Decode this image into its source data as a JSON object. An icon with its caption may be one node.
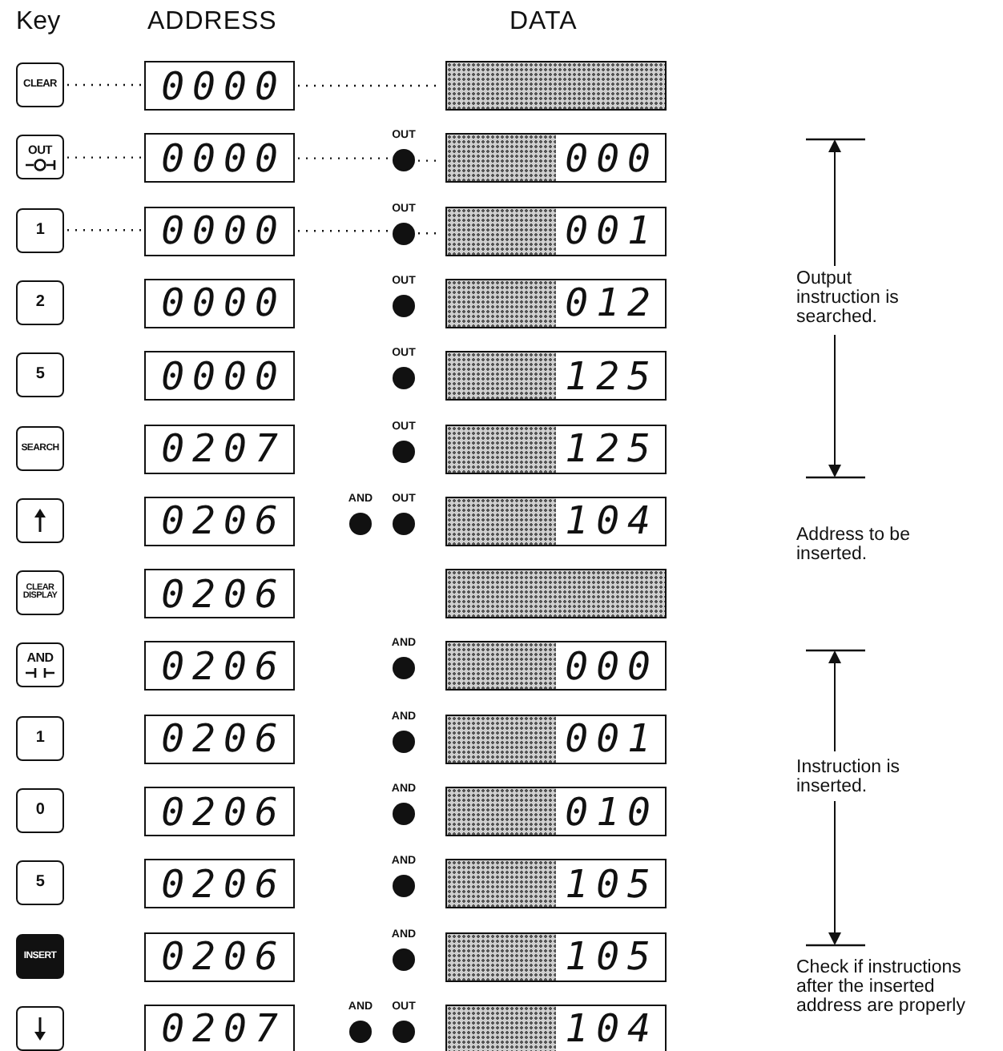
{
  "diagram": {
    "nodes": [
      {
        "text": [
          "CLEAR"
        ]
      },
      {
        "text": [
          "0000"
        ]
      },
      {
        "text": [],
        "shape": "box"
      },
      {
        "text": [
          "OUT"
        ]
      },
      {
        "text": [
          "0000"
        ]
      },
      {
        "text": [],
        "shape": "circle",
        "beside": [
          "OUT"
        ]
      },
      {
        "text": [
          "000"
        ]
      },
      {
        "text": [
          "1"
        ]
      },
      {
        "text": [
          "0000"
        ]
      },
      {
        "text": [],
        "shape": "circle",
        "beside": [
          "OUT"
        ]
      },
      {
        "text": [
          "001"
        ]
      },
      {
        "text": [
          "2"
        ]
      },
      {
        "text": [
          "0000"
        ]
      },
      {
        "text": [],
        "shape": "circle",
        "beside": [
          "OUT"
        ]
      },
      {
        "text": [
          "012"
        ]
      },
      {
        "text": [
          "5"
        ]
      },
      {
        "text": [
          "0000"
        ]
      },
      {
        "text": [],
        "shape": "circle",
        "beside": [
          "OUT"
        ]
      },
      {
        "text": [
          "125"
        ]
      },
      {
        "text": [
          "SEARCH"
        ]
      },
      {
        "text": [
          "0207"
        ]
      },
      {
        "text": [],
        "shape": "circle",
        "beside": [
          "OUT"
        ]
      },
      {
        "text": [
          "125"
        ]
      },
      {
        "text": [],
        "shape": "box"
      },
      {
        "text": [
          "0206"
        ]
      },
      {
        "text": [],
        "shape": "circle",
        "beside": [
          "AND"
        ]
      },
      {
        "text": [],
        "shape": "circle",
        "beside": [
          "OUT"
        ]
      },
      {
        "text": [
          "104"
        ]
      },
      {
        "text": [
          "CLEAR DISPLAY"
        ]
      },
      {
        "text": [
          "0206"
        ]
      },
      {
        "text": [],
        "shape": "box"
      },
      {
        "text": [
          "AND"
        ]
      },
      {
        "text": [
          "0206"
        ]
      },
      {
        "text": [],
        "shape": "circle",
        "beside": [
          "AND"
        ]
      },
      {
        "text": [
          "000"
        ]
      },
      {
        "text": [
          "1"
        ]
      },
      {
        "text": [
          "0206"
        ]
      },
      {
        "text": [],
        "shape": "circle",
        "beside": [
          "AND"
        ]
      },
      {
        "text": [
          "001"
        ]
      },
      {
        "text": [
          "0"
        ]
      },
      {
        "text": [
          "0206"
        ]
      },
      {
        "text": [],
        "shape": "circle",
        "beside": [
          "AND"
        ]
      },
      {
        "text": [
          "010"
        ]
      },
      {
        "text": [
          "5"
        ]
      },
      {
        "text": [
          "0206"
        ]
      },
      {
        "text": [],
        "shape": "circle",
        "beside": [
          "AND"
        ]
      },
      {
        "text": [
          "105"
        ]
      },
      {
        "text": [
          "INSERT"
        ]
      },
      {
        "text": [
          "0206"
        ]
      },
      {
        "text": [],
        "shape": "circle",
        "beside": [
          "AND"
        ]
      },
      {
        "text": [
          "105"
        ]
      },
      {
        "text": [],
        "shape": "box"
      },
      {
        "text": [
          "0207"
        ]
      },
      {
        "text": [],
        "shape": "circle",
        "beside": [
          "AND"
        ]
      },
      {
        "text": [],
        "shape": "circle",
        "beside": [
          "OUT"
        ]
      },
      {
        "text": [
          "104"
        ]
      }
    ],
    "edges": [
      {
        "from": 0,
        "to": 1,
        "arrow": "none",
        "style": "dashed"
      },
      {
        "from": 1,
        "to": 2,
        "arrow": "none",
        "style": "dashed"
      },
      {
        "from": 3,
        "to": 4,
        "arrow": "none",
        "style": "dashed"
      },
      {
        "from": 4,
        "to": 5,
        "arrow": "none",
        "style": "dashed"
      },
      {
        "from": 5,
        "to": 6,
        "arrow": "none",
        "style": "dashed"
      },
      {
        "from": 7,
        "to": 8,
        "arrow": "none",
        "style": "dashed"
      },
      {
        "from": 8,
        "to": 9,
        "arrow": "none",
        "style": "dashed"
      },
      {
        "from": 9,
        "to": 10,
        "arrow": "none",
        "style": "dashed"
      }
    ],
    "labels": [
      "Key",
      "ADDRESS",
      "DATA",
      "Output instruction is searched.",
      "Address to be inserted.",
      "Instruction is inserted.",
      "Check if instructions after the inserted address are properly"
    ]
  }
}
